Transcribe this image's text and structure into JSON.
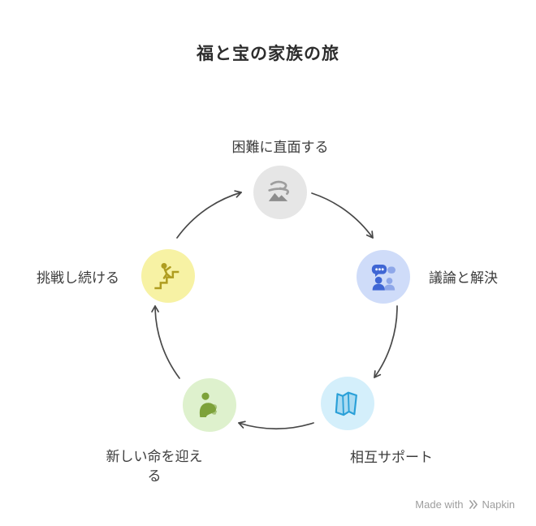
{
  "title": "福と宝の家族の旅",
  "diagram_type": "cycle",
  "colors": {
    "background": "#ffffff",
    "arrow": "#484848",
    "title_text": "#2d2d2d",
    "label_text": "#3c3c3c",
    "watermark_text": "#9e9e9e"
  },
  "nodes": [
    {
      "label": "困難に直面する",
      "icon": "storm-wind-icon",
      "circle_color": "#e6e6e6",
      "icon_color": "#8d8d8d"
    },
    {
      "label": "議論と解決",
      "icon": "discussion-people-icon",
      "circle_color": "#cfdcf9",
      "icon_color": "#3f66d4"
    },
    {
      "label": "相互サポート",
      "icon": "support-map-icon",
      "circle_color": "#d4effb",
      "icon_color": "#2aa0d8"
    },
    {
      "label": "新しい命を迎える",
      "icon": "parent-baby-icon",
      "circle_color": "#def1cd",
      "icon_color": "#7da23a"
    },
    {
      "label": "挑戦し続ける",
      "icon": "climb-stairs-icon",
      "circle_color": "#f7f2a4",
      "icon_color": "#af9d20"
    }
  ],
  "watermark": {
    "prefix": "Made with",
    "brand": "Napkin"
  }
}
